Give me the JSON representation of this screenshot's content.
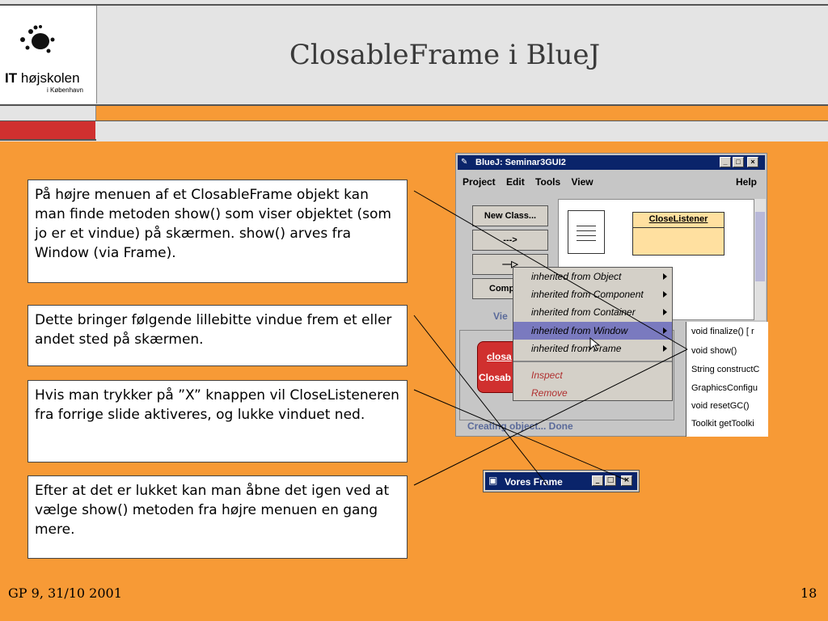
{
  "title": "ClosableFrame i BlueJ",
  "logo": {
    "name_bold": "IT",
    "name_rest": " højskolen",
    "sub": "i København"
  },
  "callouts": [
    "På højre menuen af et ClosableFrame objekt kan man finde metoden show() som viser objektet (som jo er et vindue) på skærmen. show() arves fra Window (via Frame).",
    "Dette bringer følgende lillebitte vindue frem et eller andet sted på skærmen.",
    "Hvis man trykker på ”X” knappen vil CloseListeneren fra forrige slide aktiveres, og lukke vinduet ned.",
    "Efter at det er lukket kan man åbne det igen ved at vælge show() metoden fra højre menuen en gang mere."
  ],
  "bluej": {
    "title": "BlueJ:  Seminar3GUI2",
    "menu": [
      "Project",
      "Edit",
      "Tools",
      "View"
    ],
    "menu_help": "Help",
    "buttons": [
      "New Class...",
      "--->",
      "—▷",
      "Comp"
    ],
    "view_label": "Vie",
    "class_name": "CloseListener",
    "object_label1": "closa",
    "object_label2": "Closab",
    "status": "Creating object... Done"
  },
  "popup": {
    "items": [
      "inherited from Object",
      "inherited from Component",
      "inherited from Container",
      "inherited from Window",
      "inherited from Frame"
    ],
    "actions": [
      "Inspect",
      "Remove"
    ]
  },
  "submenu": [
    "void finalize()   [ r",
    "void show()",
    "String constructC",
    "GraphicsConfigu",
    "void resetGC()",
    "Toolkit getToolki"
  ],
  "vores_frame": {
    "title": "Vores Frame"
  },
  "footer": {
    "left": "GP 9, 31/10 2001",
    "right": "18"
  },
  "colors": {
    "background": "#F79A36",
    "header": "#E4E4E4",
    "red": "#D0302F",
    "titlebar": "#0A246A"
  }
}
